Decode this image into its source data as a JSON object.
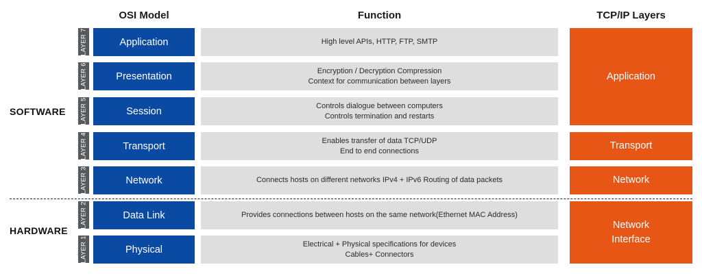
{
  "headers": {
    "osi": "OSI Model",
    "function": "Function",
    "tcpip": "TCP/IP Layers"
  },
  "groups": {
    "software": "SOFTWARE",
    "hardware": "HARDWARE"
  },
  "layers": [
    {
      "tag": "LAYER 7",
      "name": "Application",
      "function": [
        "High level APIs, HTTP, FTP, SMTP"
      ]
    },
    {
      "tag": "LAYER 6",
      "name": "Presentation",
      "function": [
        "Encryption / Decryption Compression",
        "Context for communication between layers"
      ]
    },
    {
      "tag": "LAYER 5",
      "name": "Session",
      "function": [
        "Controls dialogue between computers",
        "Controls termination and restarts"
      ]
    },
    {
      "tag": "LAYER 4",
      "name": "Transport",
      "function": [
        "Enables transfer of data TCP/UDP",
        "End to end connections"
      ]
    },
    {
      "tag": "LAYER 3",
      "name": "Network",
      "function": [
        "Connects hosts on different networks IPv4 + IPv6 Routing of data packets"
      ]
    },
    {
      "tag": "LAYER 2",
      "name": "Data Link",
      "function": [
        "Provides connections between hosts on the same network(Ethernet MAC Address)"
      ]
    },
    {
      "tag": "LAYER 1",
      "name": "Physical",
      "function": [
        "Electrical + Physical specifications for devices",
        "Cables+ Connectors"
      ]
    }
  ],
  "tcpip_layers": [
    {
      "lines": [
        "Application"
      ]
    },
    {
      "lines": [
        "Transport"
      ]
    },
    {
      "lines": [
        "Network"
      ]
    },
    {
      "lines": [
        "Network",
        "Interface"
      ]
    }
  ],
  "colors": {
    "osi_blue": "#0a4aa3",
    "tcp_orange": "#e85616",
    "function_gray": "#dedede",
    "tag_gray": "#555a5e"
  }
}
